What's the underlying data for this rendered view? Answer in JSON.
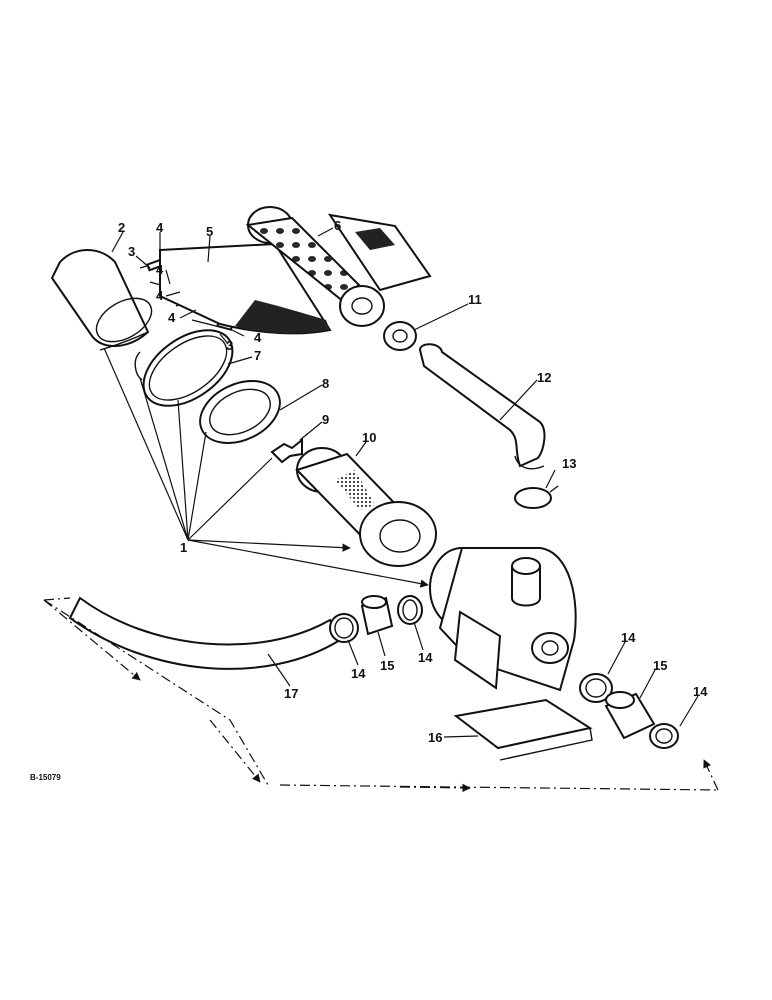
{
  "callouts": [
    "1",
    "2",
    "3",
    "3",
    "4",
    "4",
    "4",
    "4",
    "4",
    "5",
    "6",
    "7",
    "8",
    "9",
    "10",
    "11",
    "12",
    "13",
    "14",
    "14",
    "14",
    "14",
    "15",
    "15",
    "16",
    "17"
  ],
  "reference_number": "B-15079"
}
